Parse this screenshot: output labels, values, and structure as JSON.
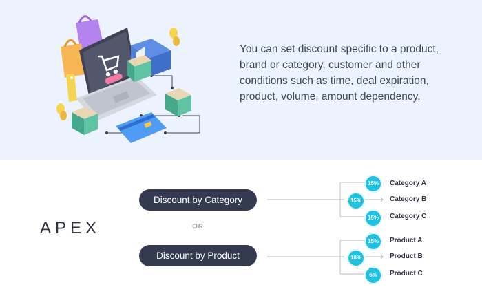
{
  "description": "You can set discount specific to a product, brand or category, customer and other conditions such as time, deal expiration, product, volume, amount dependency.",
  "logo": "APEX",
  "or_label": "OR",
  "groups": [
    {
      "button_label": "Discount by Category",
      "hub_badge": "15%",
      "items": [
        {
          "badge": "15%",
          "label": "Category A"
        },
        {
          "badge": "15%",
          "label": "Category B"
        },
        {
          "badge": "15%",
          "label": "Category C"
        }
      ]
    },
    {
      "button_label": "Discount by Product",
      "hub_badge": "10%",
      "items": [
        {
          "badge": "15%",
          "label": "Product A"
        },
        {
          "badge": "10%",
          "label": "Product B"
        },
        {
          "badge": "5%",
          "label": "Product C"
        }
      ]
    }
  ],
  "colors": {
    "top_background": "#edf3fe",
    "pill": "#343a4f",
    "badge": "#1fc1e0",
    "text": "#3d4456"
  },
  "icons": [
    "shopping-bag-icon",
    "laptop-icon",
    "shopping-cart-icon",
    "gift-box-icon",
    "credit-card-icon",
    "coin-icon",
    "price-tag-icon"
  ]
}
